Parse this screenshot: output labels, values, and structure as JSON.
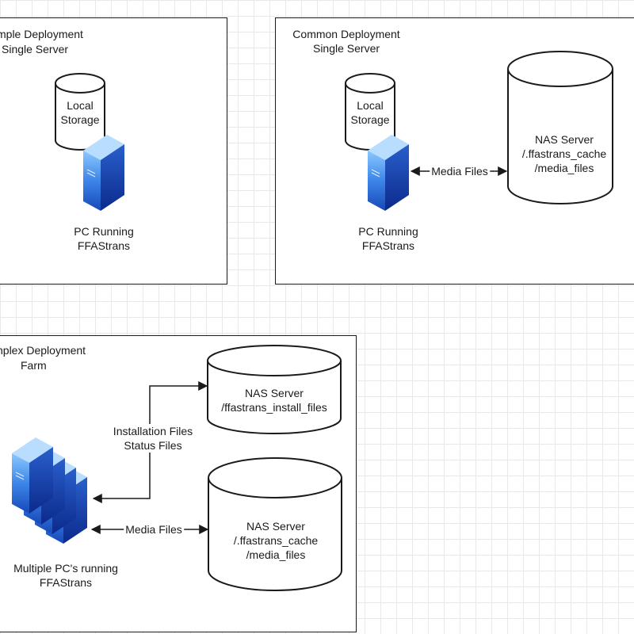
{
  "panels": {
    "simple": {
      "title_line1": "mple Deployment",
      "title_line2": "Single Server",
      "storage_line1": "Local",
      "storage_line2": "Storage",
      "server_line1": "PC Running",
      "server_line2": "FFAStrans"
    },
    "common": {
      "title_line1": "Common Deployment",
      "title_line2": "Single Server",
      "storage_line1": "Local",
      "storage_line2": "Storage",
      "server_line1": "PC Running",
      "server_line2": "FFAStrans",
      "arrow_label": "Media Files",
      "nas_line1": "NAS Server",
      "nas_line2": "/.ffastrans_cache",
      "nas_line3": "/media_files"
    },
    "complex": {
      "title_line1": "nplex Deployment",
      "title_line2": "Farm",
      "nas_top_line1": "NAS Server",
      "nas_top_line2": "/ffastrans_install_files",
      "arrow_top_label_line1": "Installation Files",
      "arrow_top_label_line2": "Status Files",
      "arrow_bottom_label": "Media Files",
      "nas_bottom_line1": "NAS Server",
      "nas_bottom_line2": "/.ffastrans_cache",
      "nas_bottom_line3": "/media_files",
      "servers_line1": "Multiple PC's running",
      "servers_line2": "FFAStrans"
    }
  },
  "colors": {
    "stroke": "#1a1a1a",
    "server_light": "#6fb6ff",
    "server_mid": "#2f6fd8",
    "server_dark": "#0b2a8c",
    "grid": "#e8e8e8"
  },
  "icons": [
    "database-cylinder",
    "server-tower-icon",
    "server-farm-icon"
  ]
}
